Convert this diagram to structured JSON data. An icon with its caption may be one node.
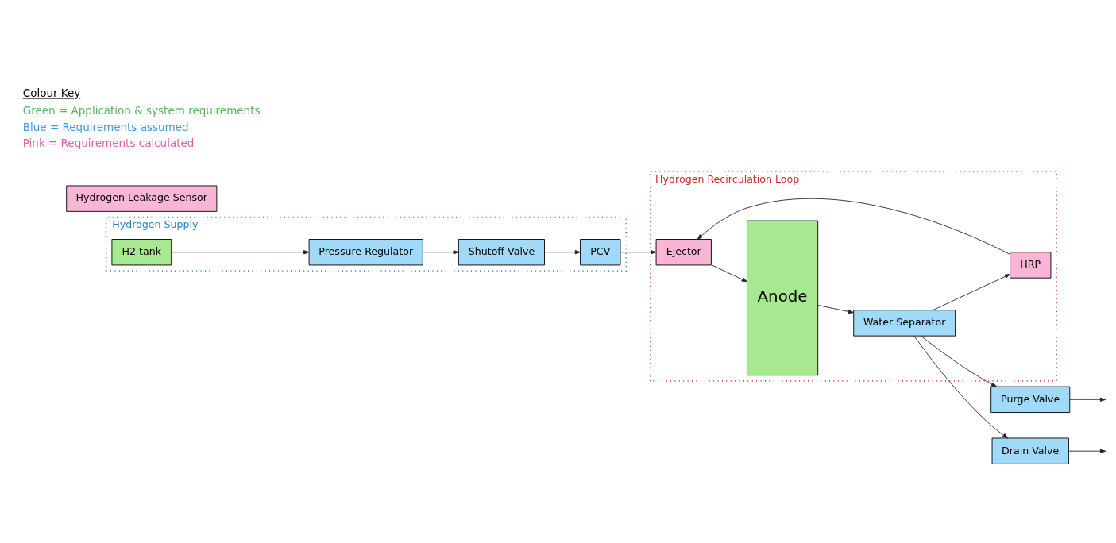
{
  "diagram": {
    "nodes": [
      {
        "text": [
          "Hydrogen Supply"
        ]
      },
      {
        "text": [
          "Pressure Regulator"
        ],
        "in": 0
      },
      {
        "text": [
          "Shutoff Valve"
        ],
        "in": 0
      },
      {
        "text": [
          "PCV"
        ],
        "in": 0
      },
      {
        "text": [
          "H2 tank"
        ],
        "in": 0
      },
      {
        "text": [
          "Hydrogen Leakage Sensor"
        ]
      },
      {
        "text": [
          "Hydrogen Recirculation Loop"
        ]
      },
      {
        "text": [
          "Ejector"
        ],
        "in": 6
      },
      {
        "text": [
          "Anode"
        ],
        "in": 6
      },
      {
        "text": [
          "HRP"
        ],
        "in": 6
      },
      {
        "text": [
          "Water Separator"
        ],
        "in": 6
      },
      {
        "text": [
          "Purge Valve"
        ]
      },
      {
        "text": [
          "Drain Valve"
        ]
      }
    ],
    "edges": [
      {
        "from": 4,
        "to": 1,
        "arrow": "to"
      },
      {
        "from": 1,
        "to": 2,
        "arrow": "to"
      },
      {
        "from": 2,
        "to": 3,
        "arrow": "to"
      },
      {
        "from": 3,
        "to": 7,
        "arrow": "to"
      },
      {
        "from": 7,
        "to": 8,
        "arrow": "to"
      },
      {
        "from": 8,
        "to": 10,
        "arrow": "to"
      },
      {
        "from": 10,
        "to": 9,
        "arrow": "to"
      },
      {
        "from": 9,
        "to": 7,
        "arrow": "to"
      },
      {
        "from": 10,
        "to": 11,
        "arrow": "to"
      },
      {
        "from": 11,
        "to": null,
        "arrow": "to"
      },
      {
        "from": 10,
        "to": 12,
        "arrow": "to"
      },
      {
        "from": 12,
        "to": null,
        "arrow": "to"
      }
    ],
    "labels": [
      "Colour Key"
    ],
    "legend": [
      {
        "text": "Green = Application & system requirements",
        "color": "#5bb55b"
      },
      {
        "text": "Blue = Requirements assumed",
        "color": "#3d9be0"
      },
      {
        "text": "Pink = Requirements calculated",
        "color": "#e35f9f"
      }
    ]
  }
}
